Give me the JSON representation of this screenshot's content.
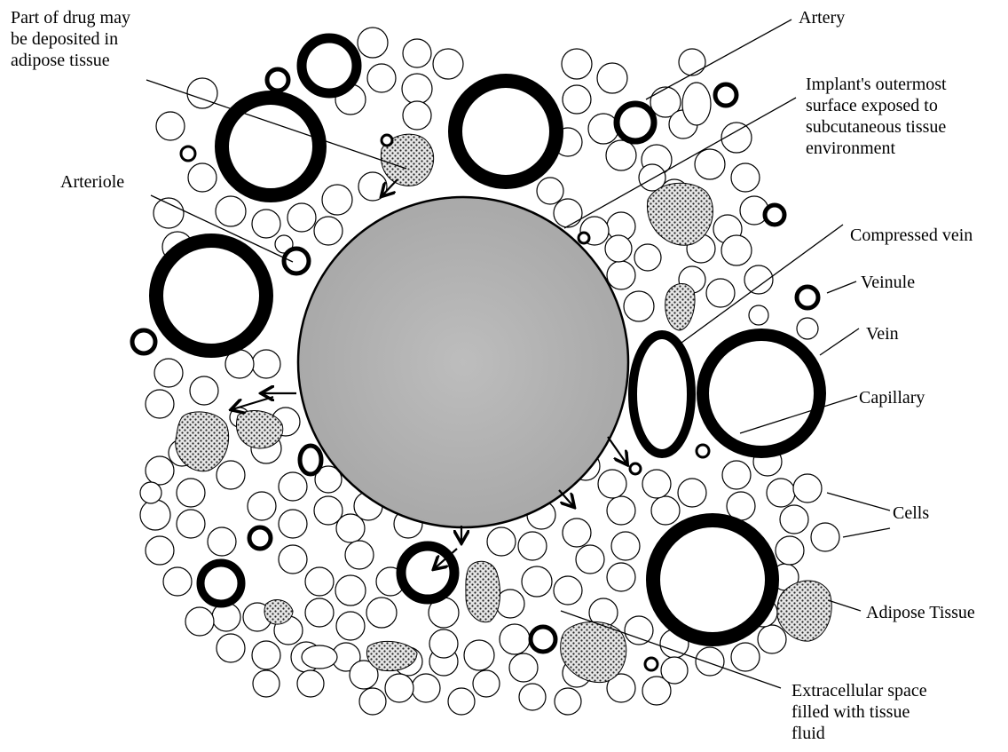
{
  "labels": {
    "drug_deposit": "Part of drug may\nbe deposited in\nadipose tissue",
    "artery": "Artery",
    "implant_surface": "Implant's outermost\nsurface exposed to\nsubcutaneous tissue\nenvironment",
    "arteriole": "Arteriole",
    "compressed_vein": "Compressed vein",
    "veinule": "Veinule",
    "vein": "Vein",
    "capillary": "Capillary",
    "cells": "Cells",
    "adipose_tissue": "Adipose Tissue",
    "extracellular": "Extracellular space\nfilled with tissue\nfluid"
  }
}
